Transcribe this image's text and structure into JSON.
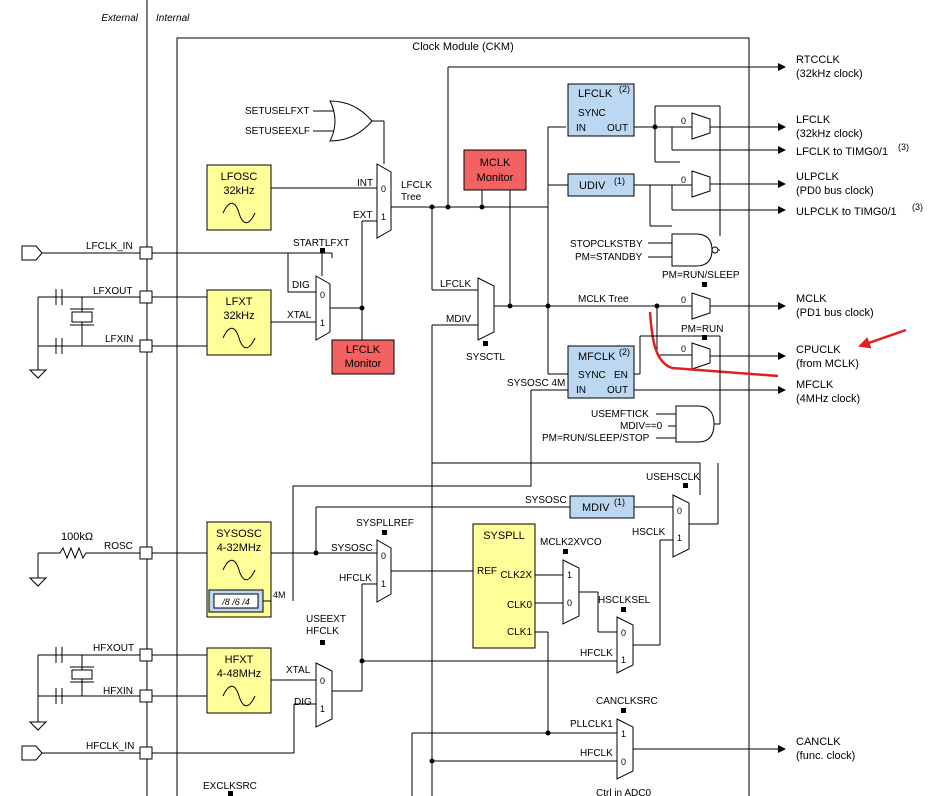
{
  "header": {
    "external": "External",
    "internal": "Internal"
  },
  "module_title": "Clock Module (CKM)",
  "pins": {
    "lfclk_in": "LFCLK_IN",
    "lfxout": "LFXOUT",
    "lfxin": "LFXIN",
    "rosc": "ROSC",
    "resistor": "100kΩ",
    "hfxout": "HFXOUT",
    "hfxin": "HFXIN",
    "hfclk_in": "HFCLK_IN"
  },
  "blocks": {
    "lfosc": [
      "LFOSC",
      "32kHz"
    ],
    "lfxt": [
      "LFXT",
      "32kHz"
    ],
    "sysosc": [
      "SYSOSC",
      "4-32MHz"
    ],
    "sysosc_div": "/8 /6 /4",
    "hfxt": [
      "HFXT",
      "4-48MHz"
    ],
    "lfclk_monitor": [
      "LFCLK",
      "Monitor"
    ],
    "mclk_monitor": [
      "MCLK",
      "Monitor"
    ],
    "lfclk_gate": {
      "title": "LFCLK",
      "note": "(2)",
      "sync": "SYNC",
      "in": "IN",
      "out": "OUT"
    },
    "udiv": {
      "title": "UDIV",
      "note": "(1)"
    },
    "mfclk_gate": {
      "title": "MFCLK",
      "note": "(2)",
      "sync": "SYNC",
      "en": "EN",
      "in": "IN",
      "out": "OUT"
    },
    "mdiv": {
      "title": "MDIV",
      "note": "(1)"
    },
    "syspll": {
      "title": "SYSPLL",
      "ref": "REF",
      "clk2x": "CLK2X",
      "clk0": "CLK0",
      "clk1": "CLK1"
    }
  },
  "signals": {
    "setuselfxt": "SETUSELFXT",
    "setuseexlf": "SETUSEEXLF",
    "int": "INT",
    "ext": "EXT",
    "lfclk_tree": [
      "LFCLK",
      "Tree"
    ],
    "startlfxt": "STARTLFXT",
    "dig": "DIG",
    "xtal": "XTAL",
    "lfclk": "LFCLK",
    "mdiv": "MDIV",
    "sysctl": "SYSCTL",
    "mclk_tree": "MCLK Tree",
    "stopclkstby": "STOPCLKSTBY",
    "pm_standby": "PM=STANDBY",
    "pm_run_sleep": "PM=RUN/SLEEP",
    "pm_run": "PM=RUN",
    "sysosc_4m": "SYSOSC 4M",
    "usemftick": "USEMFTICK",
    "mdiv_eq0": "MDIV==0",
    "pm_run_sleep_stop": "PM=RUN/SLEEP/STOP",
    "usehsclk": "USEHSCLK",
    "sysosc": "SYSOSC",
    "hsclk": "HSCLK",
    "syspllref": "SYSPLLREF",
    "hfclk": "HFCLK",
    "mclk2xvco": "MCLK2XVCO",
    "hsclksel": "HSCLKSEL",
    "useext_hfclk": [
      "USEEXT",
      "HFCLK"
    ],
    "four_m": "4M",
    "cancksrc": "CANCLKSRC",
    "pllclk1": "PLLCLK1",
    "hfclk2": "HFCLK",
    "ctrl_adc0": "Ctrl in ADC0",
    "exclksrc": "EXCLKSRC"
  },
  "outputs": {
    "rtcclk": [
      "RTCCLK",
      "(32kHz clock)"
    ],
    "lfclk": [
      "LFCLK",
      "(32kHz clock)"
    ],
    "lfclk_timg": "LFCLK to TIMG0/1",
    "ulpclk": [
      "ULPCLK",
      "(PD0 bus clock)"
    ],
    "ulpclk_timg": "ULPCLK to TIMG0/1",
    "mclk": [
      "MCLK",
      "(PD1 bus clock)"
    ],
    "cpuclk": [
      "CPUCLK",
      "(from MCLK)"
    ],
    "mfclk": [
      "MFCLK",
      "(4MHz clock)"
    ],
    "canclk": [
      "CANCLK",
      "(func. clock)"
    ],
    "note3": "(3)"
  },
  "mux_inputs": {
    "zero": "0",
    "one": "1"
  },
  "annotation_color": "#e02020",
  "block_colors": {
    "yellow": "#ffff99",
    "red": "#f26262",
    "blue": "#bcd7f2"
  }
}
